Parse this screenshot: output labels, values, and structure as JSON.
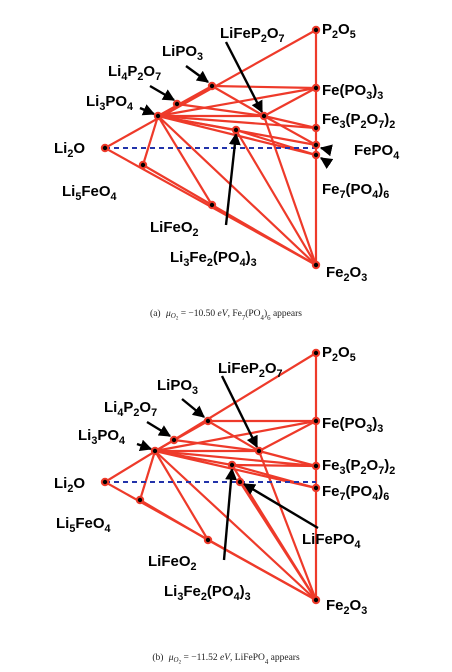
{
  "panels": [
    {
      "caption": "(a) μO2 = −10.50 eV, Fe7(PO4)6 appears",
      "caption_parts": {
        "tag": "(a)",
        "mu": "μ",
        "sub": "O",
        "subsub": "2",
        "eq": " = −10.50 ",
        "unit": "eV",
        "rest": ", Fe7(PO4)6 appears"
      },
      "labels": {
        "LiFeP2O7": "LiFeP2O7",
        "P2O5": "P2O5",
        "LiPO3": "LiPO3",
        "Li4P2O7": "Li4P2O7",
        "Li3PO4": "Li3PO4",
        "FePO33": "Fe(PO3)3",
        "Fe3P2O72": "Fe3(P2O7)2",
        "Li2O": "Li2O",
        "FePO4": "FePO4",
        "Li5FeO4": "Li5FeO4",
        "Fe7PO46": "Fe7(PO4)6",
        "LiFeO2": "LiFeO2",
        "Li3Fe2PO43": "Li3Fe2(PO4)3",
        "Fe2O3": "Fe2O3"
      }
    },
    {
      "caption": "(b) μO2 = −11.52 eV, LiFePO4 appears",
      "caption_parts": {
        "tag": "(b)",
        "mu": "μ",
        "sub": "O",
        "subsub": "2",
        "eq": " = −11.52 ",
        "unit": "eV",
        "rest": ", LiFePO4 appears"
      },
      "labels": {
        "LiFeP2O7": "LiFeP2O7",
        "P2O5": "P2O5",
        "LiPO3": "LiPO3",
        "Li4P2O7": "Li4P2O7",
        "Li3PO4": "Li3PO4",
        "FePO33": "Fe(PO3)3",
        "Fe3P2O72": "Fe3(P2O7)2",
        "Li2O": "Li2O",
        "Fe7PO46": "Fe7(PO4)6",
        "Li5FeO4": "Li5FeO4",
        "LiFePO4": "LiFePO4",
        "LiFeO2": "LiFeO2",
        "Li3Fe2PO43": "Li3Fe2(PO4)3",
        "Fe2O3": "Fe2O3"
      }
    }
  ],
  "colors": {
    "tie_line": "#ee3a2a",
    "dashed_line": "#2233aa",
    "node": "#ee3a2a",
    "node_dot": "#000000",
    "arrow": "#000000"
  }
}
